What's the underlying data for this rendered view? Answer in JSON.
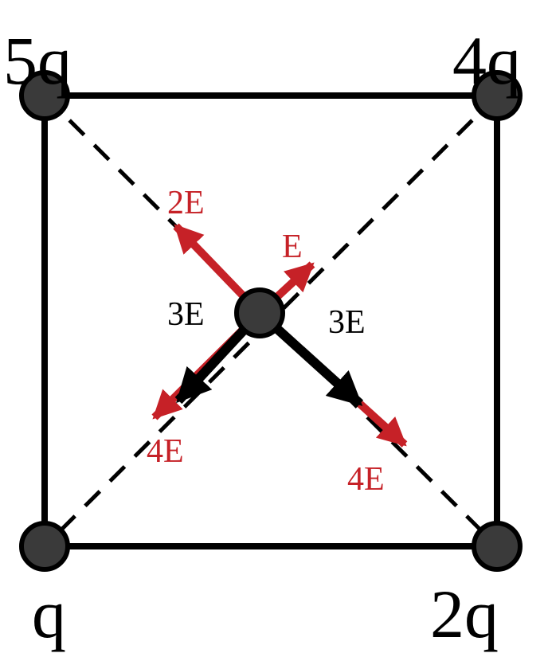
{
  "charges": {
    "top_left": "5q",
    "top_right": "4q",
    "bottom_left": "q",
    "bottom_right": "2q"
  },
  "field_labels": {
    "toward_top_left": "2E",
    "toward_top_right": "E",
    "black_left": "3E",
    "black_right": "3E",
    "toward_bottom_left": "4E",
    "toward_bottom_right": "4E"
  },
  "colors": {
    "red_vector": "#c62127",
    "black_vector": "#000000",
    "node_fill": "#3a3a3a",
    "line": "#000000"
  }
}
